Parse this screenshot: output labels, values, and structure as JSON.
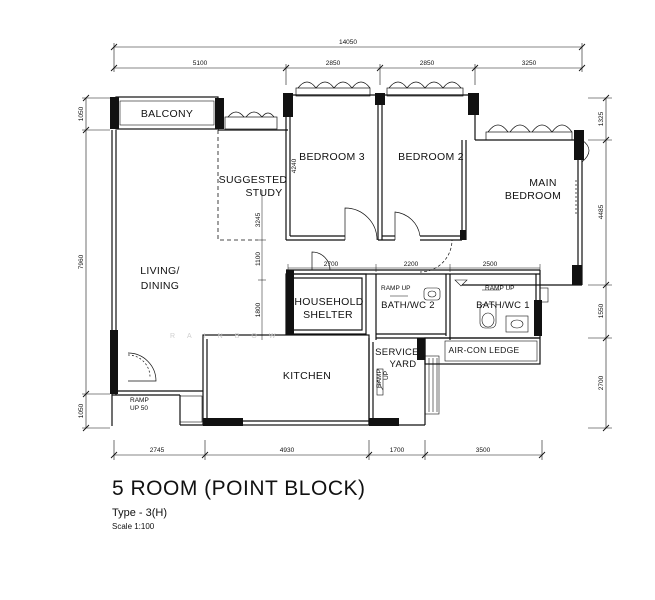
{
  "dimensions": {
    "top_overall": "14050",
    "top_segments": [
      "5100",
      "2850",
      "2850",
      "3250"
    ],
    "left_segments": [
      "1050",
      "7960",
      "1050"
    ],
    "bottom_segments": [
      "2745",
      "4930",
      "1700",
      "3500"
    ],
    "right_segments": [
      "1325",
      "4485",
      "1550",
      "2700"
    ],
    "inner": {
      "study_w": "3245",
      "bed3_h": "4240",
      "corr_h": "1100",
      "shelter_h": "1800",
      "corr_1": "2700",
      "corr_2": "2200",
      "corr_3": "2500"
    }
  },
  "rooms": {
    "balcony": "BALCONY",
    "study_1": "SUGGESTED",
    "study_2": "STUDY",
    "bedroom3": "BEDROOM 3",
    "bedroom2": "BEDROOM 2",
    "main_1": "MAIN",
    "main_2": "BEDROOM",
    "living_1": "LIVING/",
    "living_2": "DINING",
    "shelter_1": "HOUSEHOLD",
    "shelter_2": "SHELTER",
    "bath2": "BATH/WC 2",
    "bath1": "BATH/WC 1",
    "service_1": "SERVICE",
    "service_2": "YARD",
    "aircon": "AIR-CON LEDGE",
    "kitchen": "KITCHEN"
  },
  "labels": {
    "ramp_up_a": "RAMP UP",
    "ramp_up_b": "RAMP UP",
    "ramp_up_c": "RAMP",
    "ramp_up_c2": "UP",
    "ramp_up_d": "RAMP",
    "ramp_up_d2": "UP 50"
  },
  "watermark": "RAINBOW",
  "caption": {
    "title": "5 ROOM (POINT BLOCK)",
    "type": "Type - 3(H)",
    "scale": "Scale 1:100"
  }
}
